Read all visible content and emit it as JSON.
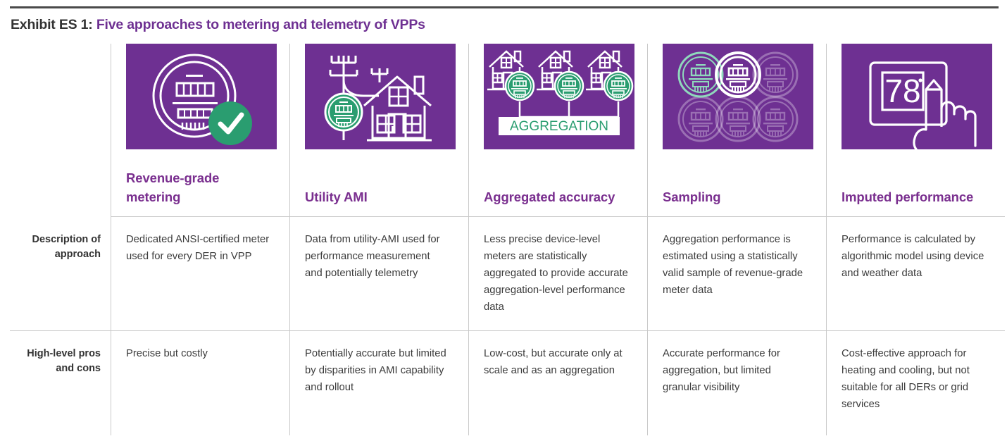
{
  "header": {
    "exhibit_label": "Exhibit ES 1:",
    "title": "Five approaches to metering and telemetry of VPPs"
  },
  "colors": {
    "purple": "#6E3092",
    "heading_purple": "#7A2F8F",
    "green": "#2A9D70",
    "rule": "#c9c9c9",
    "top_rule": "#4a4a4a",
    "body_text": "#3b3b3b"
  },
  "row_labels": [
    "Description of approach",
    "High-level pros and cons"
  ],
  "row_labels_lines": {
    "description": [
      "Description of",
      "approach"
    ],
    "proscons": [
      "High-level pros",
      "and cons"
    ]
  },
  "columns": [
    {
      "id": "revenue-grade-metering",
      "heading": "Revenue-grade metering",
      "icon": "meter-with-check-badge-icon",
      "description": "Dedicated ANSI-certified meter used for every DER in VPP",
      "pros_cons": "Precise but costly"
    },
    {
      "id": "utility-ami",
      "heading": "Utility AMI",
      "icon": "utility-pole-house-meter-icon",
      "description": "Data from utility-AMI used for performance measurement and potentially telemetry",
      "pros_cons": "Potentially accurate but limited by disparities in AMI capability and rollout"
    },
    {
      "id": "aggregated-accuracy",
      "heading": "Aggregated accuracy",
      "icon": "three-houses-aggregation-icon",
      "icon_label": "AGGREGATION",
      "description": "Less precise device-level meters are statistically aggregated to provide accurate aggregation-level performance data",
      "pros_cons": "Low-cost, but accurate only at scale and as an aggregation"
    },
    {
      "id": "sampling",
      "heading": "Sampling",
      "icon": "meter-grid-sampling-icon",
      "description": "Aggregation performance is estimated using a statistically valid sample of revenue-grade meter data",
      "pros_cons": "Accurate performance for aggregation, but limited granular visibility"
    },
    {
      "id": "imputed-performance",
      "heading": "Imputed performance",
      "icon": "thermostat-finger-icon",
      "icon_value": "78",
      "description": "Performance is calculated by algorithmic model using device and weather data",
      "pros_cons": "Cost-effective approach for heating and cooling, but not suitable for all DERs or grid services"
    }
  ]
}
